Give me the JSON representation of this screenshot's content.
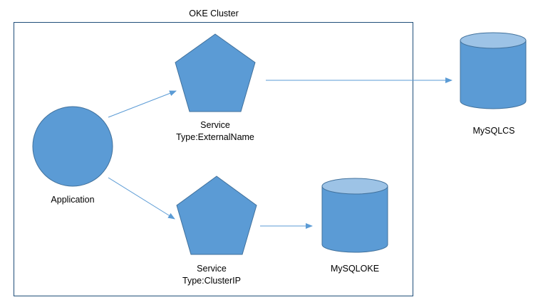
{
  "diagram": {
    "cluster": {
      "title": "OKE Cluster"
    },
    "nodes": {
      "application": {
        "label": "Application"
      },
      "service_external": {
        "line1": "Service",
        "line2": "Type:ExternalName"
      },
      "service_clusterip": {
        "line1": "Service",
        "line2": "Type:ClusterIP"
      },
      "mysql_oke": {
        "label": "MySQLOKE"
      },
      "mysql_cs": {
        "label": "MySQLCS"
      }
    },
    "colors": {
      "shape_fill": "#5B9BD5",
      "shape_stroke": "#41719C",
      "cylinder_top": "#9DC3E6",
      "arrow": "#5B9BD5",
      "cluster_border": "#1F4E79"
    }
  }
}
